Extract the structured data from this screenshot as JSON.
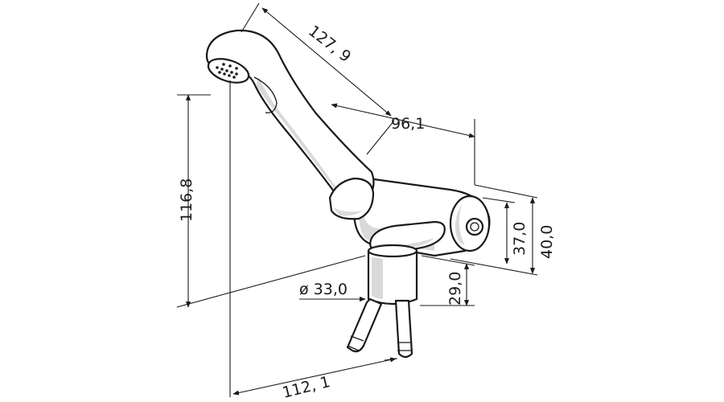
{
  "diagram": {
    "subject": "faucet-dimension-drawing",
    "dimensions": {
      "spout_length": "127, 9",
      "spout_reach": "96,1",
      "height_to_spout": "116,8",
      "body_height": "37,0",
      "body_overall_height": "40,0",
      "shank_height": "29,0",
      "shank_diameter": "ø 33,0",
      "overall_depth": "112, 1"
    },
    "colors": {
      "line": "#1a1a1a",
      "shading": "#d9d9d9",
      "background": "#ffffff"
    }
  }
}
